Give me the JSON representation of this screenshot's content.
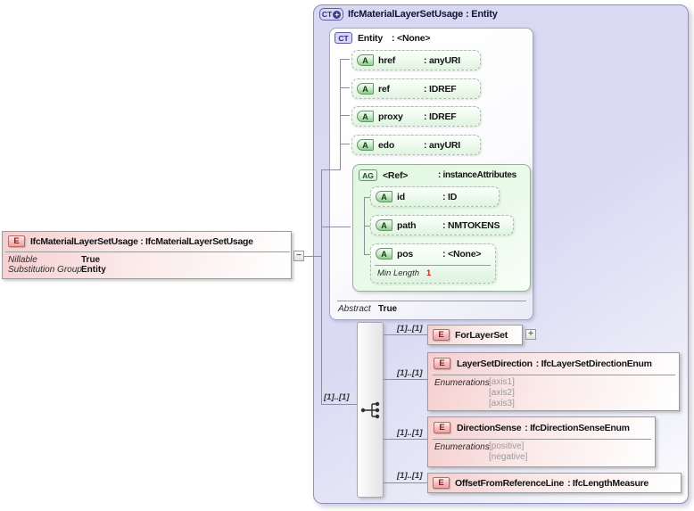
{
  "icons": {
    "element": "E",
    "complex_type": "CT",
    "attribute": "A",
    "attribute_group": "AG",
    "plus": "+",
    "minus": "−"
  },
  "colors": {
    "complex_type_fill": "#dbdbf5",
    "element_fill": "#f5cfcf",
    "attribute_fill": "#e8f8e8",
    "enum_value_text": "#9a9a9a",
    "required_facet_text": "#cc2222"
  },
  "left_element": {
    "title": "IfcMaterialLayerSetUsage : IfcMaterialLayerSetUsage",
    "facets": [
      {
        "label": "Nillable",
        "value": "True"
      },
      {
        "label": "Substitution Group",
        "value": "Entity"
      }
    ]
  },
  "complex_type": {
    "title": "IfcMaterialLayerSetUsage : Entity",
    "base": {
      "name": "Entity",
      "type": ": <None>",
      "attributes": [
        {
          "name": "href",
          "type": ": anyURI"
        },
        {
          "name": "ref",
          "type": ": IDREF"
        },
        {
          "name": "proxy",
          "type": ": IDREF"
        },
        {
          "name": "edo",
          "type": ": anyURI"
        }
      ],
      "attribute_group": {
        "name": "<Ref>",
        "type": ": instanceAttributes",
        "attributes": [
          {
            "name": "id",
            "type": ": ID"
          },
          {
            "name": "path",
            "type": ": NMTOKENS"
          },
          {
            "name": "pos",
            "type": ": <None>",
            "facet_label": "Min Length",
            "facet_value": "1"
          }
        ]
      },
      "abstract_label": "Abstract",
      "abstract_value": "True"
    },
    "content_cardinality": "[1]..[1]",
    "children": [
      {
        "name": "ForLayerSet",
        "type": "",
        "cardinality": "[1]..[1]"
      },
      {
        "name": "LayerSetDirection",
        "type": ": IfcLayerSetDirectionEnum",
        "cardinality": "[1]..[1]",
        "enum_label": "Enumerations",
        "enums": [
          "[axis1]",
          "[axis2]",
          "[axis3]"
        ]
      },
      {
        "name": "DirectionSense",
        "type": ": IfcDirectionSenseEnum",
        "cardinality": "[1]..[1]",
        "enum_label": "Enumerations",
        "enums": [
          "[positive]",
          "[negative]"
        ]
      },
      {
        "name": "OffsetFromReferenceLine",
        "type": ": IfcLengthMeasure",
        "cardinality": "[1]..[1]"
      }
    ]
  }
}
